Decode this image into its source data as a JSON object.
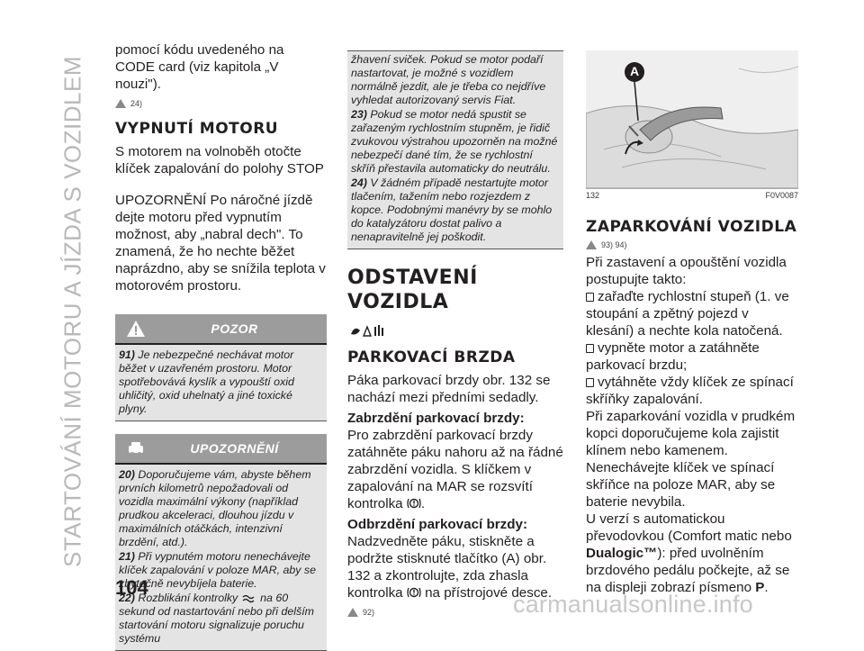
{
  "side_title": "STARTOVÁNÍ MOTORU A JÍZDA S VOZIDLEM",
  "page_number": "104",
  "watermark": "carmanualsonline.info",
  "col1": {
    "intro": "pomocí kódu uvedeného na CODE card (viz kapitola „V nouzi\").",
    "ref_intro": "24)",
    "heading": "VYPNUTÍ MOTORU",
    "p1": "S motorem na volnoběh otočte klíček zapalování do polohy STOP",
    "p2": "UPOZORNĚNÍ Po náročné jízdě dejte motoru před vypnutím možnost, aby „nabral dech\". To znamená, že ho nechte běžet naprázdno, aby se snížila teplota v motorovém prostoru.",
    "pozor": {
      "title": "POZOR",
      "items": [
        {
          "num": "91)",
          "text": "Je nebezpečné nechávat motor běžet v uzavřeném prostoru. Motor spotřebovává kyslík a vypouští oxid uhličitý, oxid uhelnatý a jiné toxické plyny."
        }
      ]
    },
    "upozorneni": {
      "title": "UPOZORNĚNÍ",
      "items": [
        {
          "num": "20)",
          "text": "Doporučujeme vám, abyste během prvních kilometrů nepožadovali od vozidla maximální výkony (například prudkou akceleraci, dlouhou jízdu v maximálních otáčkách, intenzivní brzdění, atd.)."
        },
        {
          "num": "21)",
          "text": "Při vypnutém motoru nenechávejte klíček zapalování v poloze MAR, aby se zbytečně nevybíjela baterie."
        },
        {
          "num": "22)",
          "text_a": "Rozblikání kontrolky",
          "text_b": "na 60 sekund od nastartování nebo při delším startování motoru signalizuje poruchu systému"
        }
      ]
    }
  },
  "col2": {
    "cont_items": [
      {
        "num": "",
        "text": "žhavení sviček. Pokud se motor podaří nastartovat, je možné s vozidlem normálně jezdit, ale je třeba co nejdříve vyhledat autorizovaný servis Fiat."
      },
      {
        "num": "23)",
        "text": "Pokud se motor nedá spustit se zařazeným rychlostním stupněm, je řidič zvukovou výstrahou upozorněn na možné nebezpečí dané tím, že se rychlostní skříň přestavila automaticky do neutrálu."
      },
      {
        "num": "24)",
        "text": "V žádném případě nestartujte motor tlačením, tažením nebo rozjezdem z kopce. Podobnými manévry by se mohlo do katalyzátoru dostat palivo a nenapravitelně jej poškodit."
      }
    ],
    "heading_line1": "ODSTAVENÍ",
    "heading_line2": "VOZIDLA",
    "sub_heading": "PARKOVACÍ BRZDA",
    "p1": "Páka parkovací brzdy obr. 132 se nachází mezi předními sedadly.",
    "sub1": "Zabrzdění parkovací brzdy:",
    "p2": "Pro zabrzdění parkovací brzdy zatáhněte páku nahoru až na řádné zabrzdění vozidla. S klíčkem v zapalování na MAR se rozsvítí kontrolka",
    "p2_end": ".",
    "sub2": "Odbrzdění parkovací brzdy:",
    "p3a": "Nadzvedněte páku, stiskněte a podržte stisknuté tlačítko (A) obr. 132 a zkontrolujte, zda zhasla kontrolka",
    "p3b": "na přístrojové desce.",
    "ref_end": "92)"
  },
  "col3": {
    "figure_label_a": "A",
    "figure_num": "132",
    "figure_code": "F0V0087",
    "heading": "ZAPARKOVÁNÍ VOZIDLA",
    "refs": "93) 94)",
    "p1": "Při zastavení a opouštění vozidla postupujte takto:",
    "bullets": [
      "zařaďte rychlostní stupeň (1. ve stoupání a zpětný pojezd v klesání) a nechte kola natočená.",
      "vypněte motor a zatáhněte parkovací brzdu;",
      "vytáhněte vždy klíček ze spínací skříňky zapalování."
    ],
    "p2": "Při zaparkování vozidla v prudkém kopci doporučujeme kola zajistit klínem nebo kamenem.",
    "p3": "Nenechávejte klíček ve spínací skříňce na poloze MAR, aby se baterie nevybila.",
    "p4a": "U verzí s automatickou převodovkou (Comfort matic nebo",
    "p4_bold": "Dualogic™",
    "p4b": "): před uvolněním brzdového pedálu počkejte, až se na displeji zobrazí písmeno",
    "p4_letter": "P",
    "p4_end": "."
  }
}
